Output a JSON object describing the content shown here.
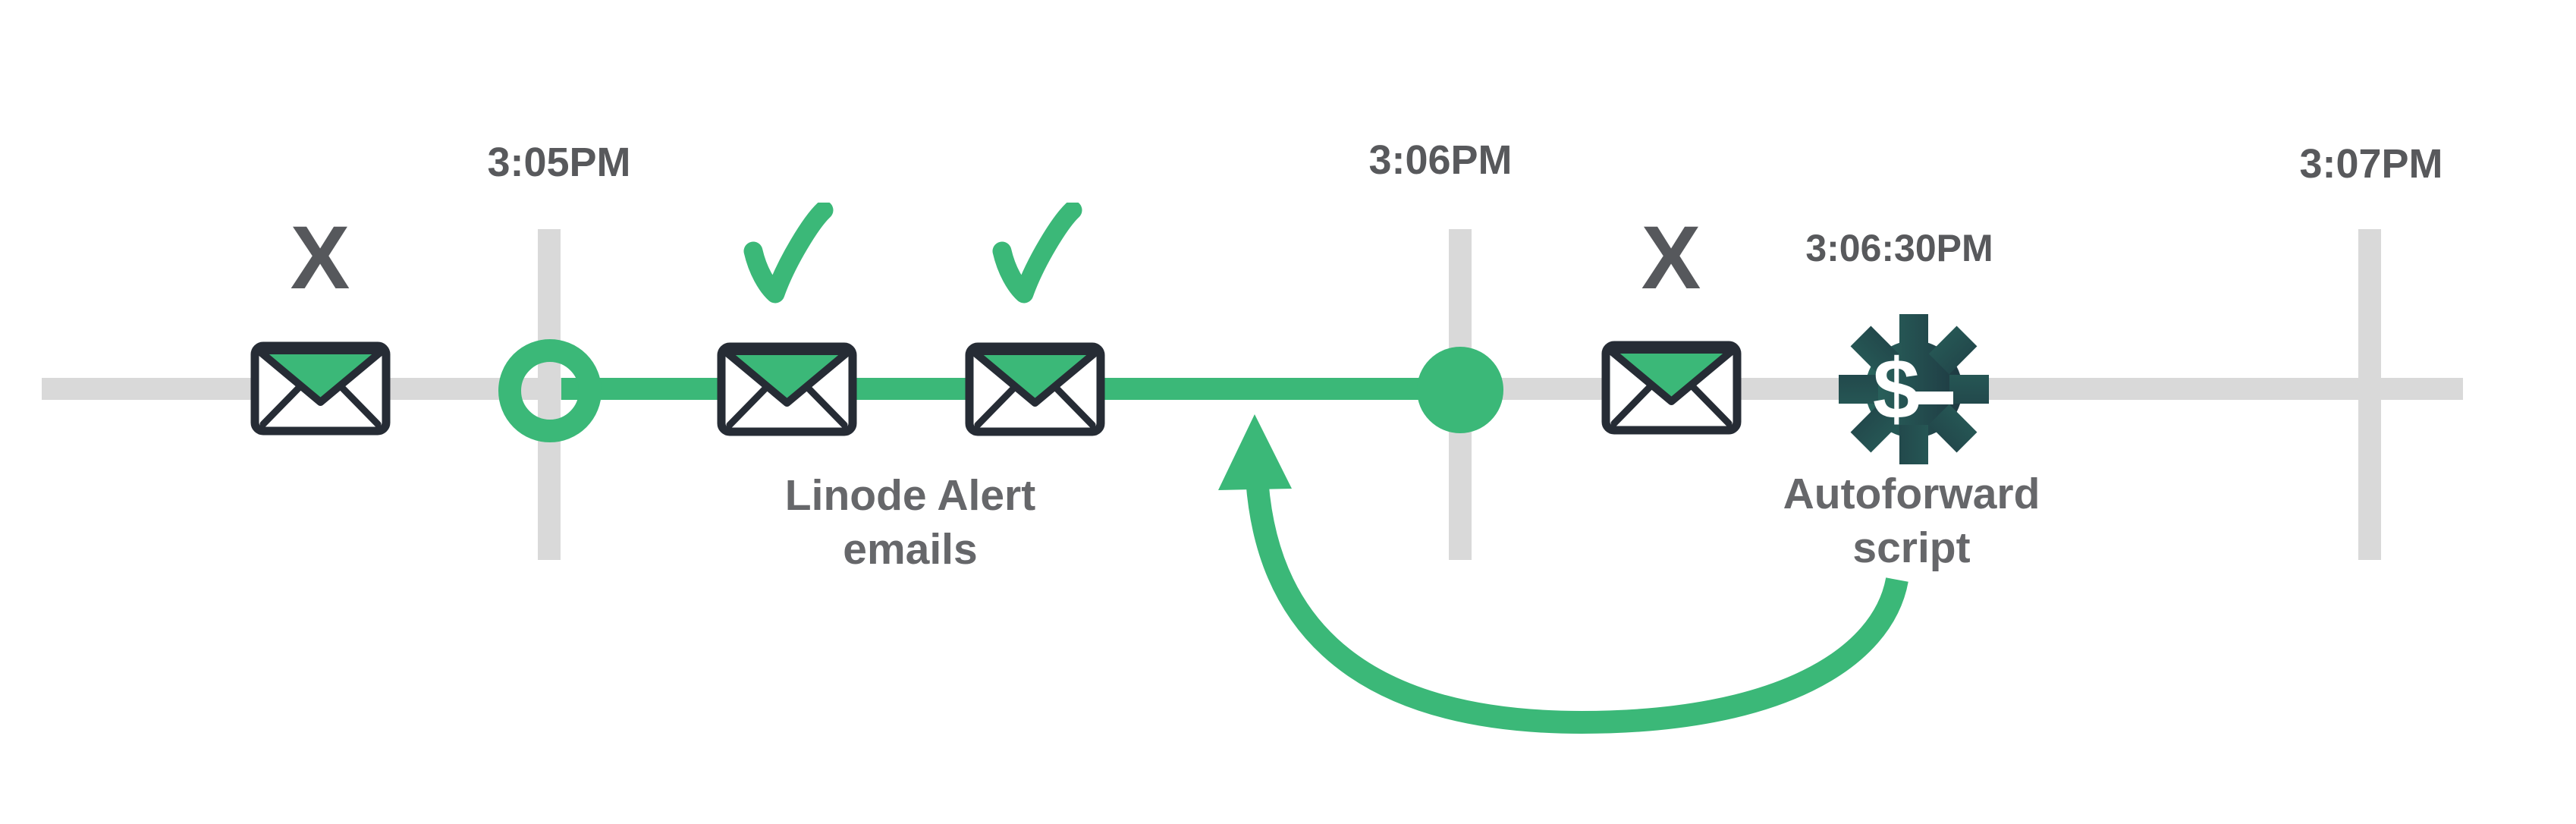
{
  "diagram": {
    "time_ticks": [
      {
        "label": "3:05PM"
      },
      {
        "label": "3:06PM"
      },
      {
        "label": "3:07PM"
      }
    ],
    "script_time_label": "3:06:30PM",
    "captions": {
      "emails_line1": "Linode Alert",
      "emails_line2": "emails",
      "script_line1": "Autoforward",
      "script_line2": "script"
    },
    "failed_mark": "X",
    "shell_prompt": "$"
  },
  "colors": {
    "green": "#3bb878",
    "track_gray": "#d9d9d9",
    "outline_dark": "#262c35",
    "time_text": "#58595c",
    "caption_text": "#66676a",
    "gear_gradient_start": "#2d7266",
    "gear_gradient_end": "#1b2d3a"
  }
}
